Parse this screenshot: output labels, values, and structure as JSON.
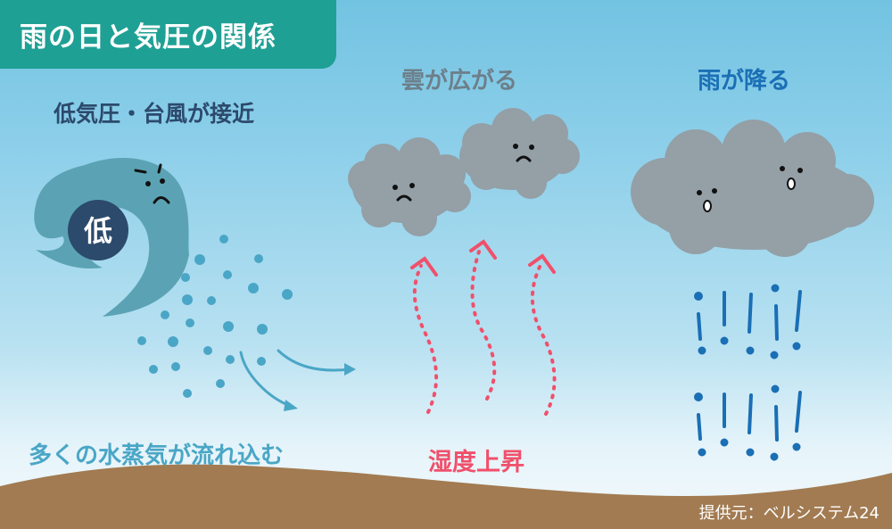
{
  "title": "雨の日と気圧の関係",
  "stages": [
    {
      "id": "approach",
      "label": "低気圧・台風が接近",
      "badge": "低"
    },
    {
      "id": "clouds",
      "label": "雲が広がる"
    },
    {
      "id": "rain",
      "label": "雨が降る"
    }
  ],
  "captions": {
    "vapor": "多くの水蒸気が流れ込む",
    "humidity": "湿度上昇"
  },
  "credit": "提供元：ベルシステム24",
  "colors": {
    "banner": "#1fa095",
    "typhoon": "#5ba3b4",
    "low_badge": "#2c4a6c",
    "cloud": "#949fa6",
    "rain": "#1a6fb5",
    "humidity_arrow": "#f0506b",
    "vapor": "#4aa6c6",
    "ground": "#a27b52"
  }
}
